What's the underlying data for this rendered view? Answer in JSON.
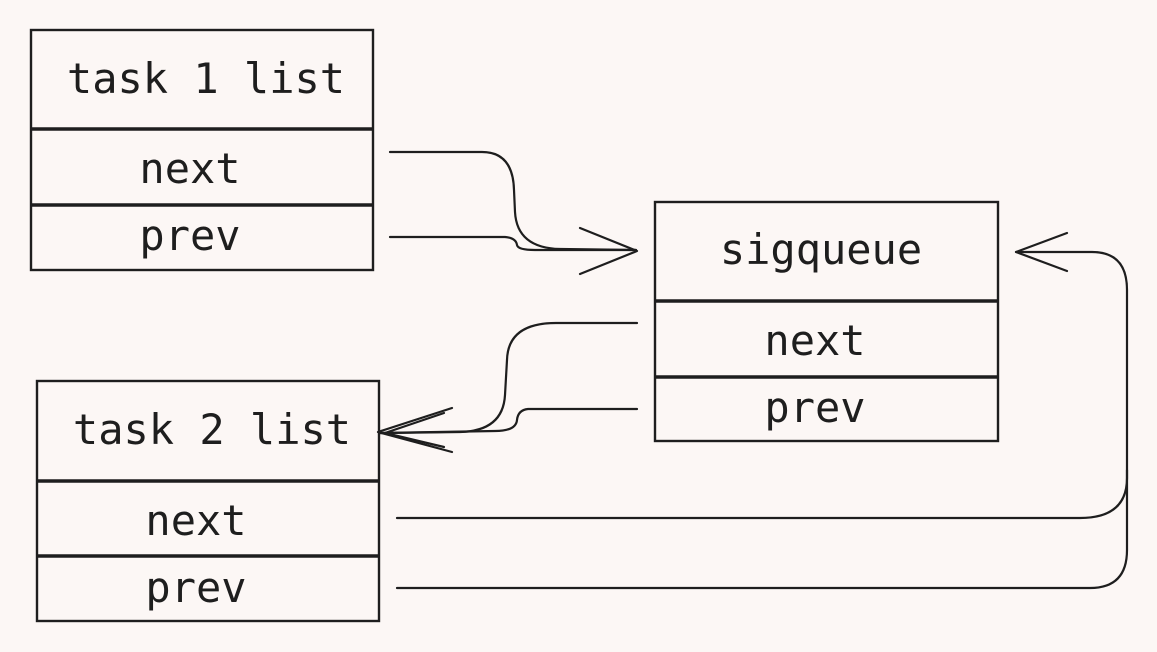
{
  "nodes": {
    "task1": {
      "title": "task 1 list",
      "next": "next",
      "prev": "prev"
    },
    "sigqueue": {
      "title": "sigqueue",
      "next": "next",
      "prev": "prev"
    },
    "task2": {
      "title": "task 2 list",
      "next": "next",
      "prev": "prev"
    }
  },
  "edges": [
    {
      "from": "task1.next",
      "to": "sigqueue"
    },
    {
      "from": "task1.prev",
      "to": "sigqueue"
    },
    {
      "from": "sigqueue.next",
      "to": "task2"
    },
    {
      "from": "sigqueue.prev",
      "to": "task2"
    },
    {
      "from": "task2.next",
      "to": "sigqueue"
    },
    {
      "from": "task2.prev",
      "to": "sigqueue"
    }
  ],
  "colors": {
    "background": "#fcf7f5",
    "stroke": "#1e1e1e"
  }
}
